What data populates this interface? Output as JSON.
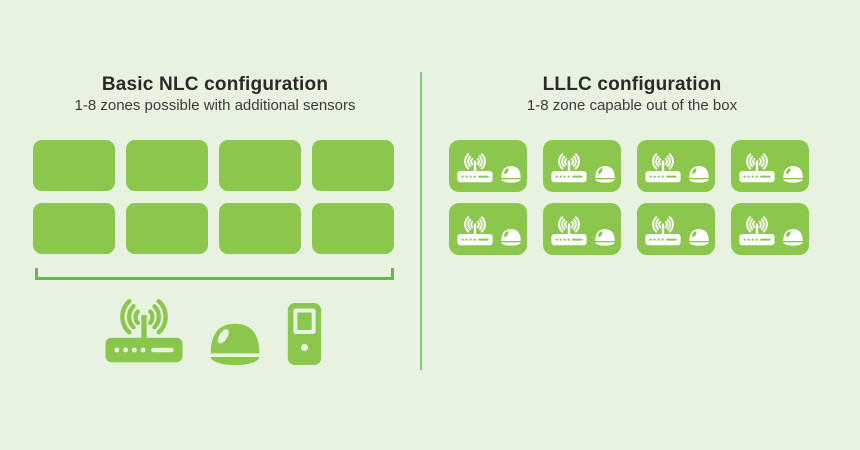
{
  "left_panel": {
    "title": "Basic NLC configuration",
    "subtitle": "1-8 zones possible with additional sensors",
    "zones_count": 8,
    "legend_icons": [
      "wifi-router",
      "dome-sensor",
      "wall-station"
    ]
  },
  "right_panel": {
    "title": "LLLC configuration",
    "subtitle": "1-8 zone capable out of the box",
    "zones_count": 8,
    "zone_icons": [
      "wifi-router",
      "dome-sensor"
    ]
  },
  "colors": {
    "background": "#e8f2e1",
    "zone_green": "#8bc74c",
    "bracket_green": "#68b551",
    "divider_green": "#8cc47e",
    "title_text": "#2a2a2a",
    "subtitle_text": "#3b3b3b",
    "zone_icon_color": "#ffffff"
  }
}
